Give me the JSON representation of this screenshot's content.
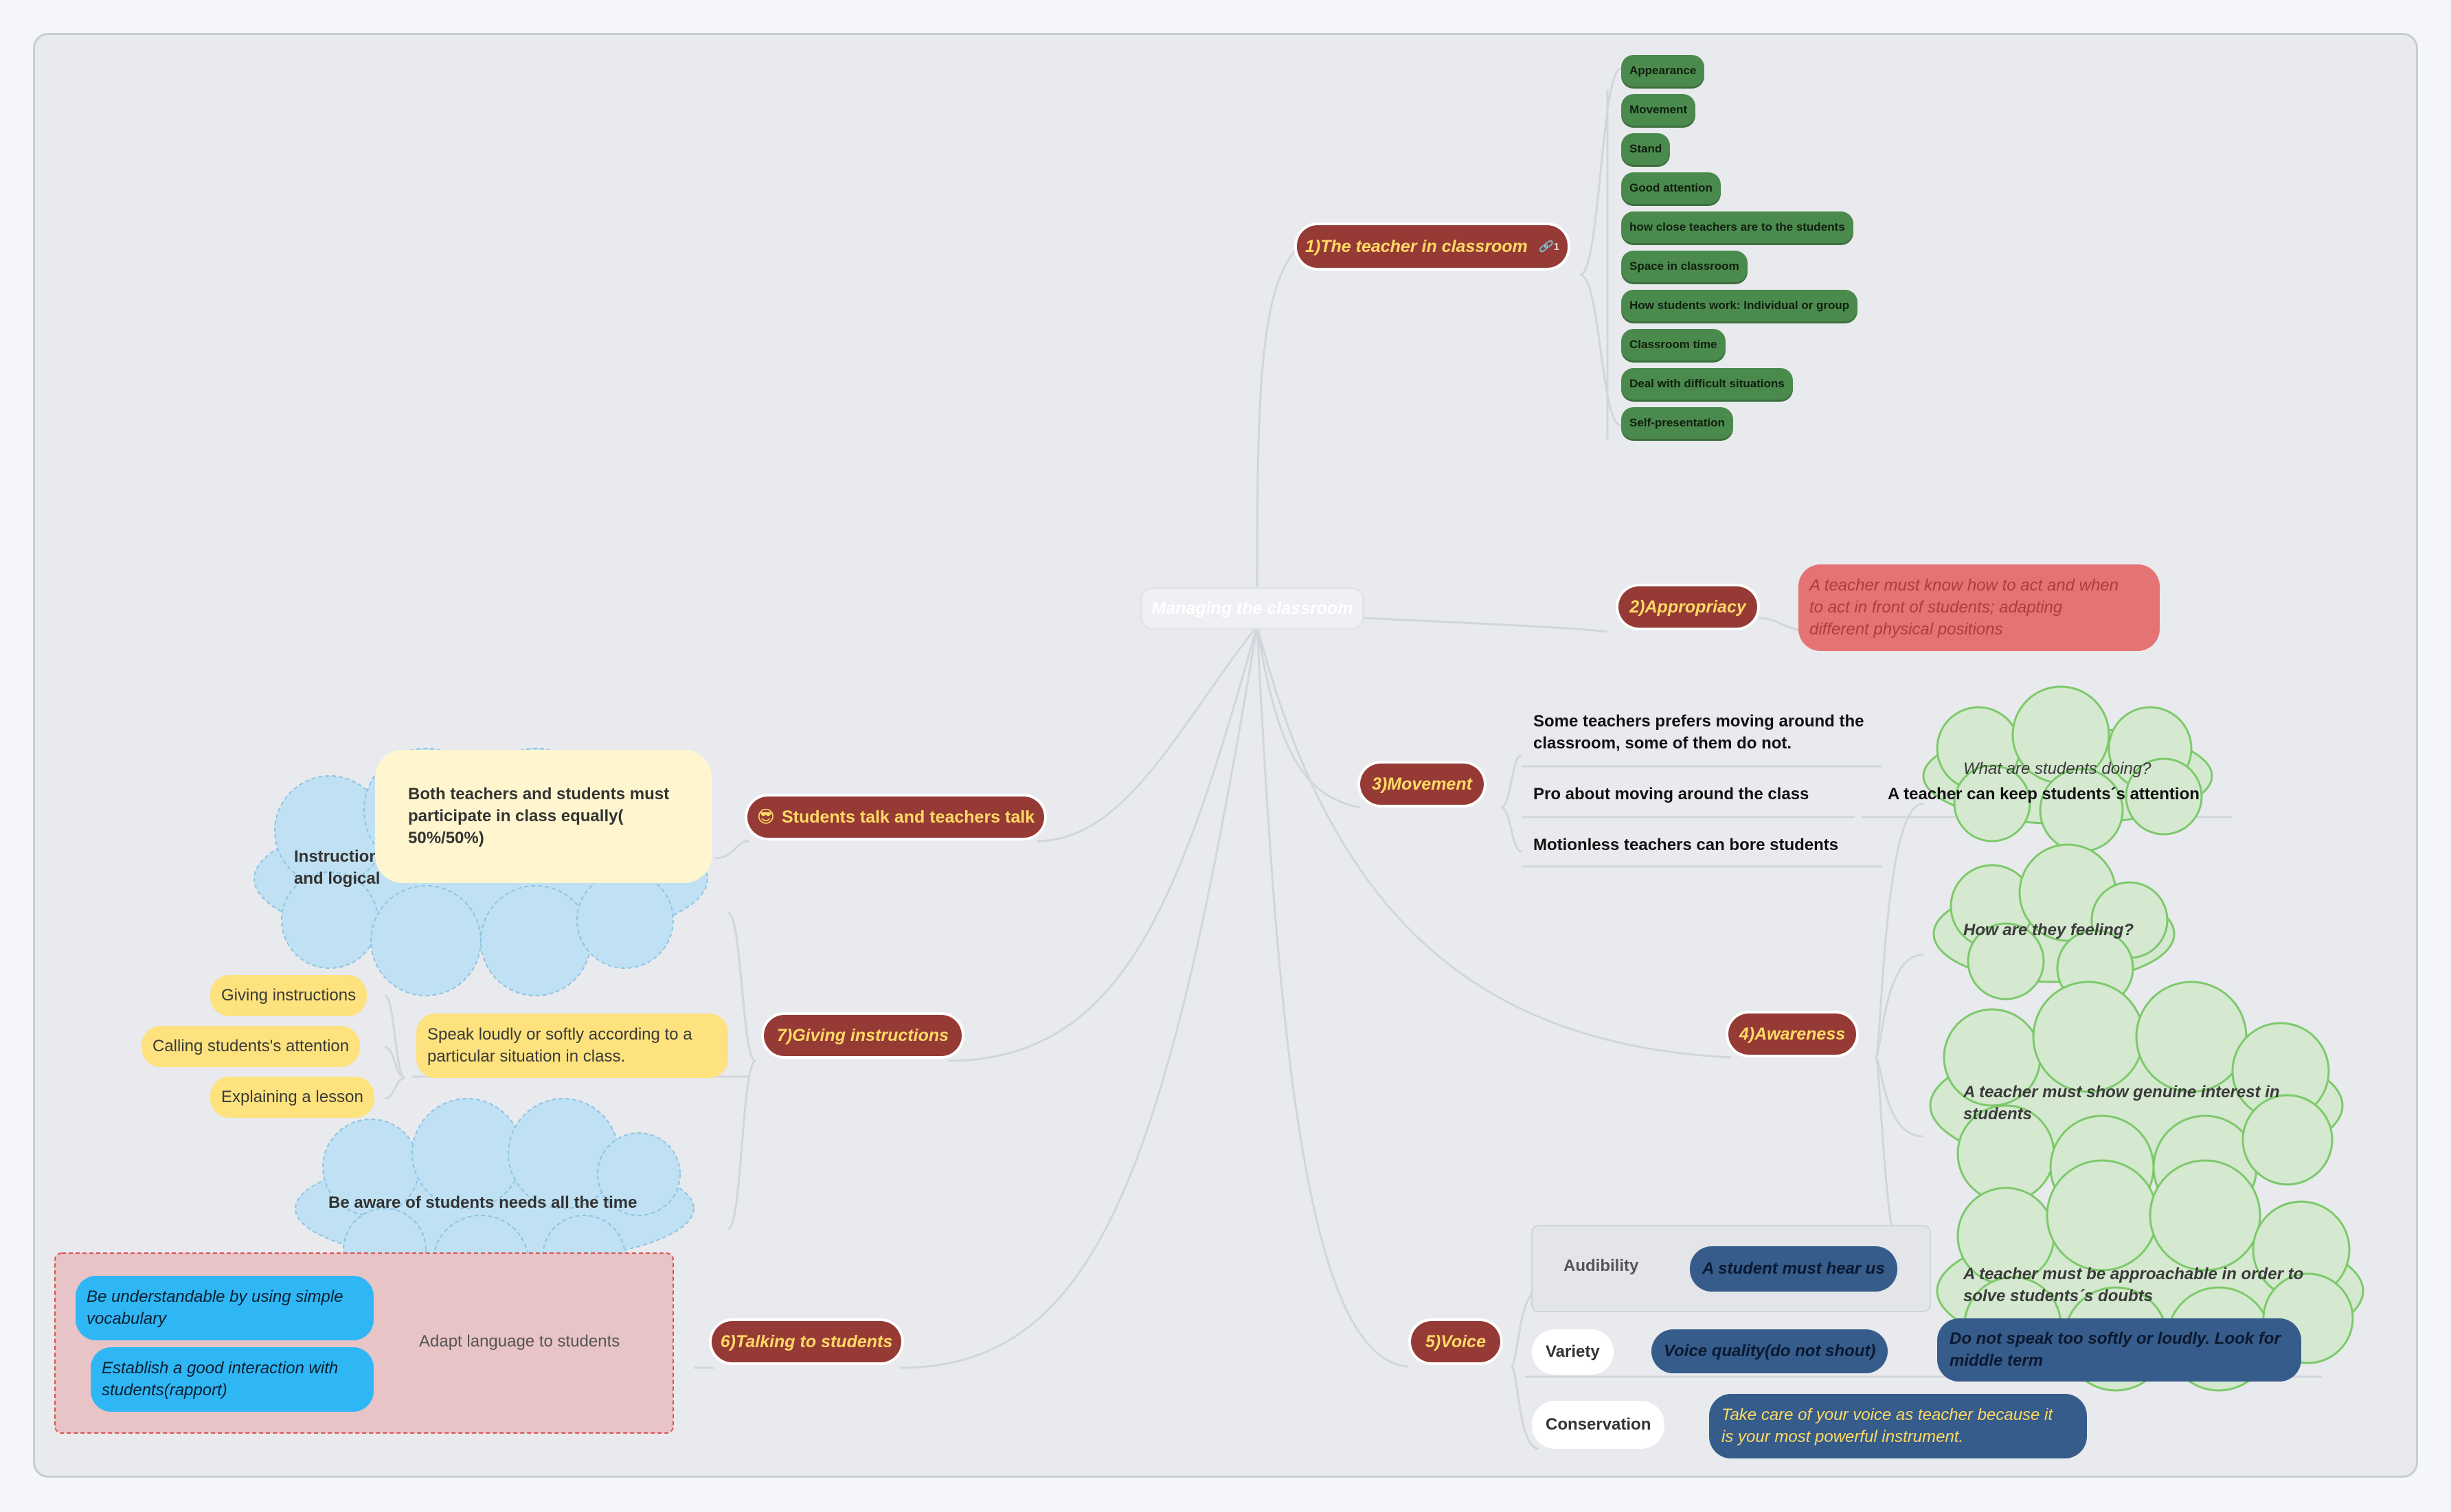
{
  "map": {
    "central": "Managing the classroom",
    "branches": {
      "teacher": {
        "label": "1)The teacher in classroom",
        "note_icon": "link-icon",
        "note_count": "1",
        "items": [
          "Appearance",
          "Movement",
          "Stand",
          "Good attention",
          "how close teachers are to the students",
          "Space in classroom",
          "How students work: Individual or group",
          "Classroom time",
          "Deal with difficult situations",
          "Self-presentation"
        ]
      },
      "appropriacy": {
        "label": "2)Appropriacy",
        "note_line1": "A teacher must know how to act and when",
        "note_line2": "to act in front of students; adapting",
        "note_line3": "different physical positions"
      },
      "movement": {
        "label": "3)Movement",
        "item1_line1": "Some teachers prefers moving around the",
        "item1_line2": "classroom, some of them do not.",
        "item2": "Pro about moving around the class",
        "item2_child": "A teacher can keep students´s attention",
        "item3": "Motionless teachers can bore students"
      },
      "awareness": {
        "label": "4)Awareness",
        "c1": "What are students doing?",
        "c2": "How are they feeling?",
        "c3_line1": "A teacher must show genuine interest in",
        "c3_line2": "students",
        "c4_line1": "A teacher must be approachable in order to",
        "c4_line2": "solve students´s doubts"
      },
      "voice": {
        "label": "5)Voice",
        "audibility": "Audibility",
        "audibility_child": "A student must hear us",
        "variety": "Variety",
        "variety_child": "Voice quality(do not shout)",
        "variety_grandchild_line1": "Do not speak too softly or loudly. Look for",
        "variety_grandchild_line2": "middle term",
        "conservation": "Conservation",
        "conservation_child_line1": "Take care of your voice as teacher because it",
        "conservation_child_line2": "is your most powerful instrument."
      },
      "talking": {
        "label": "6)Talking to students",
        "adapt": "Adapt language to students",
        "blue1_line1": "Be understandable by using simple",
        "blue1_line2": "vocabulary",
        "blue2_line1": "Establish a good interaction with",
        "blue2_line2": "students(rapport)"
      },
      "instructions": {
        "label": "7)Giving instructions",
        "cloud1_line1": "Instructions must be as simple as possible,",
        "cloud1_line2": "and logical",
        "speak_line1": "Speak loudly or softly according to a",
        "speak_line2": "particular situation in class.",
        "speak_children": [
          "Giving instructions",
          "Calling students's attention",
          "Explaining a lesson"
        ],
        "cloud2": "Be aware of students needs all the time"
      },
      "talk": {
        "label": "Students talk and teachers talk",
        "emoji": "😎",
        "note_line1": "Both teachers and students must",
        "note_line2": "participate in class equally(",
        "note_line3": "50%/50%)"
      }
    }
  },
  "colors": {
    "topic": "#963a35",
    "topic_text": "#ffd966",
    "green": "#4b8a4d",
    "cloud_green": "#d5e8d0",
    "cloud_blue": "#bfe1f3",
    "yellow": "#fde27e",
    "navy": "#355c8a",
    "sky": "#2fb6f5",
    "pink": "#e57373"
  }
}
